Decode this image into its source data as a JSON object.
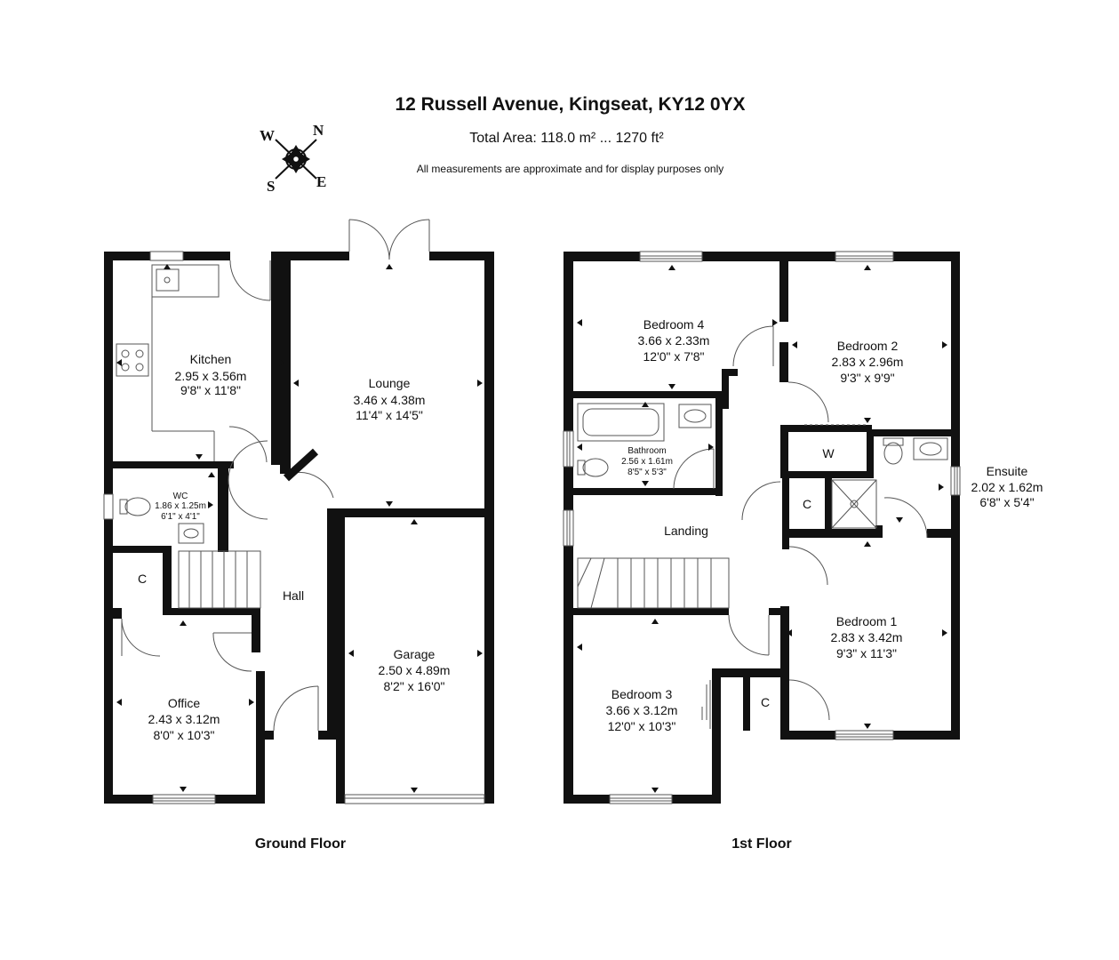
{
  "header": {
    "title": "12 Russell Avenue, Kingseat, KY12 0YX",
    "total_area": "Total Area: 118.0 m² ... 1270 ft²",
    "disclaimer": "All measurements are approximate and for display purposes only"
  },
  "compass": {
    "n": "N",
    "s": "S",
    "e": "E",
    "w": "W"
  },
  "ground_floor": {
    "label": "Ground Floor",
    "rooms": {
      "kitchen": {
        "name": "Kitchen",
        "metric": "2.95 x 3.56m",
        "imperial": "9'8\" x 11'8\""
      },
      "lounge": {
        "name": "Lounge",
        "metric": "3.46 x 4.38m",
        "imperial": "11'4\" x 14'5\""
      },
      "wc": {
        "name": "WC",
        "metric": "1.86 x 1.25m",
        "imperial": "6'1\" x 4'1\""
      },
      "cupboard": {
        "name": "C"
      },
      "hall": {
        "name": "Hall"
      },
      "office": {
        "name": "Office",
        "metric": "2.43 x 3.12m",
        "imperial": "8'0\" x 10'3\""
      },
      "garage": {
        "name": "Garage",
        "metric": "2.50 x 4.89m",
        "imperial": "8'2\" x 16'0\""
      }
    }
  },
  "first_floor": {
    "label": "1st Floor",
    "rooms": {
      "bedroom4": {
        "name": "Bedroom 4",
        "metric": "3.66 x 2.33m",
        "imperial": "12'0\" x 7'8\""
      },
      "bedroom2": {
        "name": "Bedroom 2",
        "metric": "2.83 x 2.96m",
        "imperial": "9'3\" x 9'9\""
      },
      "bathroom": {
        "name": "Bathroom",
        "metric": "2.56 x 1.61m",
        "imperial": "8'5\" x 5'3\""
      },
      "wardrobe": {
        "name": "W"
      },
      "ensuite": {
        "name": "Ensuite",
        "metric": "2.02 x 1.62m",
        "imperial": "6'8\" x 5'4\""
      },
      "cupboard_landing": {
        "name": "C"
      },
      "landing": {
        "name": "Landing"
      },
      "bedroom1": {
        "name": "Bedroom 1",
        "metric": "2.83 x 3.42m",
        "imperial": "9'3\" x 11'3\""
      },
      "bedroom3": {
        "name": "Bedroom 3",
        "metric": "3.66 x 3.12m",
        "imperial": "12'0\" x 10'3\""
      },
      "cupboard_bed1": {
        "name": "C"
      }
    }
  }
}
